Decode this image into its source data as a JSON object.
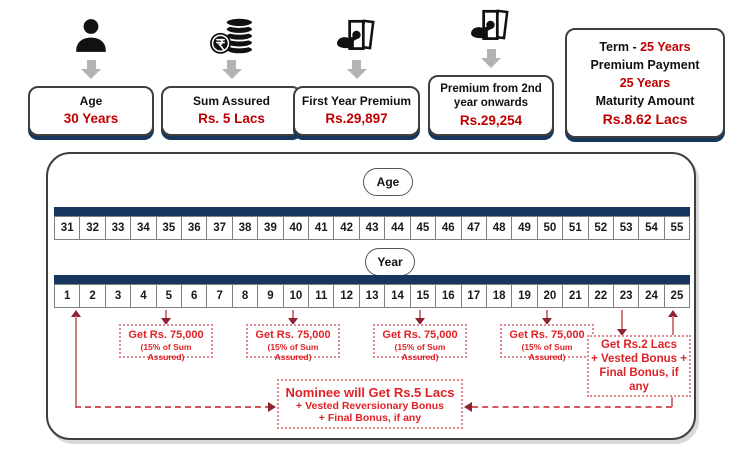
{
  "cards": [
    {
      "icon": "person-icon",
      "label": "Age",
      "value": "30 Years"
    },
    {
      "icon": "rupee-coins-icon",
      "label": "Sum Assured",
      "value": "Rs. 5 Lacs"
    },
    {
      "icon": "hand-cash-icon",
      "label": "First Year Premium",
      "value": "Rs.29,897"
    },
    {
      "icon": "hand-cash-icon",
      "label": "Premium from 2nd year onwards",
      "value": "Rs.29,254"
    }
  ],
  "summary": {
    "term_label": "Term -",
    "term_value": "25 Years",
    "premium_label": "Premium Payment",
    "premium_value": "25 Years",
    "maturity_label": "Maturity Amount",
    "maturity_value": "Rs.8.62 Lacs"
  },
  "timeline": {
    "age_label": "Age",
    "ages": [
      "31",
      "32",
      "33",
      "34",
      "35",
      "36",
      "37",
      "38",
      "39",
      "40",
      "41",
      "42",
      "43",
      "44",
      "45",
      "46",
      "47",
      "48",
      "49",
      "50",
      "51",
      "52",
      "53",
      "54",
      "55"
    ],
    "year_label": "Year",
    "years": [
      "1",
      "2",
      "3",
      "4",
      "5",
      "6",
      "7",
      "8",
      "9",
      "10",
      "11",
      "12",
      "13",
      "14",
      "15",
      "16",
      "17",
      "18",
      "19",
      "20",
      "21",
      "22",
      "23",
      "24",
      "25"
    ],
    "benefit_notes": [
      {
        "at_year": "5",
        "text": "Get Rs. 75,000",
        "subtext": "(15% of Sum Assured)"
      },
      {
        "at_year": "10",
        "text": "Get Rs. 75,000",
        "subtext": "(15% of Sum Assured)"
      },
      {
        "at_year": "15",
        "text": "Get Rs. 75,000",
        "subtext": "(15% of Sum Assured)"
      },
      {
        "at_year": "20",
        "text": "Get Rs. 75,000",
        "subtext": "(15% of Sum Assured)"
      }
    ],
    "maturity_note": {
      "line1": "Get Rs.2 Lacs",
      "line2": "+ Vested Bonus +",
      "line3": "Final Bonus, if any"
    },
    "nominee_note": {
      "line1": "Nominee will Get Rs.5 Lacs",
      "line2": "+ Vested Reversionary Bonus",
      "line3": "+ Final Bonus, if any"
    }
  },
  "colors": {
    "navy": "#17365d",
    "value_red": "#c00000",
    "annotation_red": "#e02227",
    "arrow_maroon": "#8e2330",
    "arrow_gray": "#b3b3b3"
  }
}
